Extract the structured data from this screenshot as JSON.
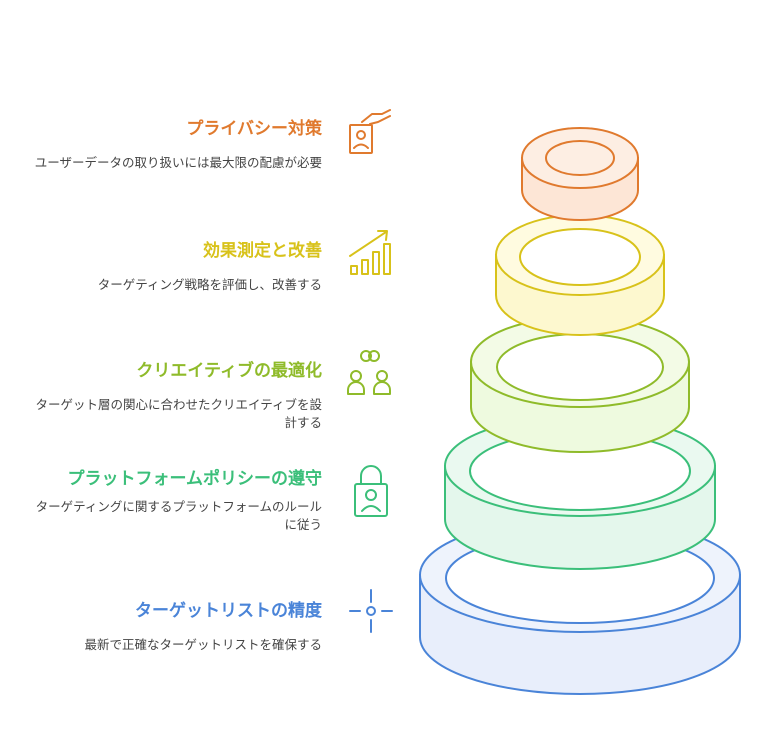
{
  "steps": [
    {
      "title": "プライバシー対策",
      "desc": "ユーザーデータの取り扱いには最大限の配慮が必要",
      "color": "#e07a2e",
      "icon": "hand-document-icon"
    },
    {
      "title": "効果測定と改善",
      "desc": "ターゲティング戦略を評価し、改善する",
      "color": "#d8c21a",
      "icon": "growth-chart-icon"
    },
    {
      "title": "クリエイティブの最適化",
      "desc": "ターゲット層の関心に合わせたクリエイティブを設計する",
      "color": "#8fbb2a",
      "icon": "people-idea-icon"
    },
    {
      "title": "プラットフォームポリシーの遵守",
      "desc": "ターゲティングに関するプラットフォームのルールに従う",
      "color": "#3bbf7a",
      "icon": "lock-person-icon"
    },
    {
      "title": "ターゲットリストの精度",
      "desc": "最新で正確なターゲットリストを確保する",
      "color": "#4a84d8",
      "icon": "crosshair-icon"
    }
  ]
}
